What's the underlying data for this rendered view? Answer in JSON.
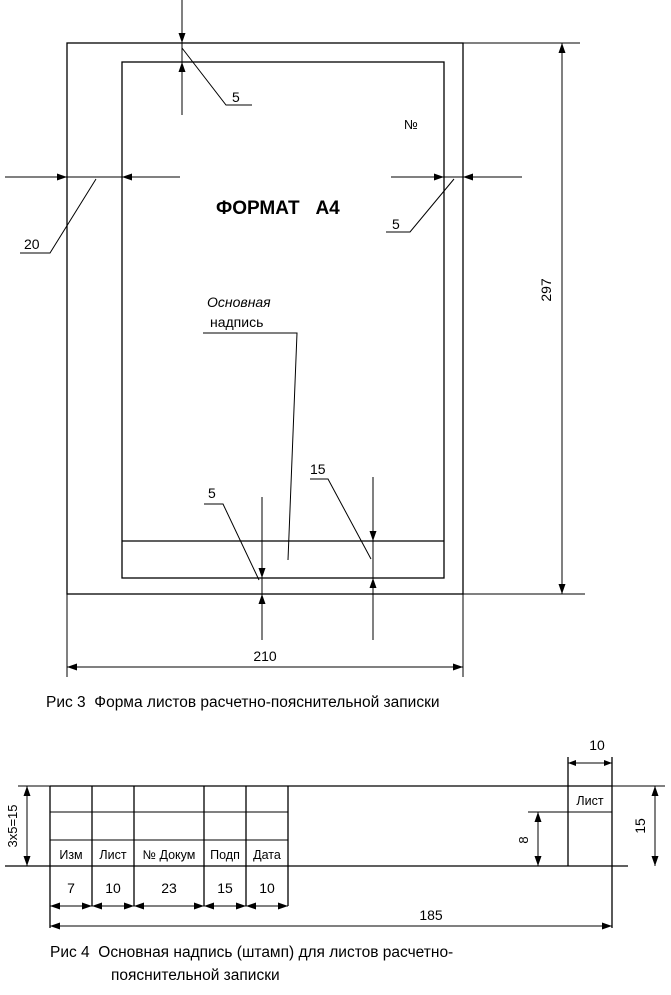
{
  "figure3": {
    "title": "ФОРМАТ   А4",
    "corner_mark": "№",
    "dim_top_margin": "5",
    "dim_left_margin": "20",
    "dim_right_margin": "5",
    "dim_height": "297",
    "dim_width": "210",
    "dim_bottom_margin": "5",
    "dim_stamp_height": "15",
    "stamp_label_line1": "Основная",
    "stamp_label_line2": "надпись",
    "caption": "Рис 3  Форма листов расчетно-пояснительной записки"
  },
  "figure4": {
    "columns": [
      {
        "label": "Изм",
        "dim": "7"
      },
      {
        "label": "Лист",
        "dim": "10"
      },
      {
        "label": "№ Докум",
        "dim": "23"
      },
      {
        "label": "Подп",
        "dim": "15"
      },
      {
        "label": "Дата",
        "dim": "10"
      }
    ],
    "sheet_cell_label": "Лист",
    "dim_rows": "3x5=15",
    "dim_total_width": "185",
    "dim_sheet_width": "10",
    "dim_sheet_upper": "8",
    "dim_right_height": "15",
    "caption_line1": "Рис 4  Основная надпись (штамп) для листов расчетно-",
    "caption_line2": "пояснительной записки"
  }
}
